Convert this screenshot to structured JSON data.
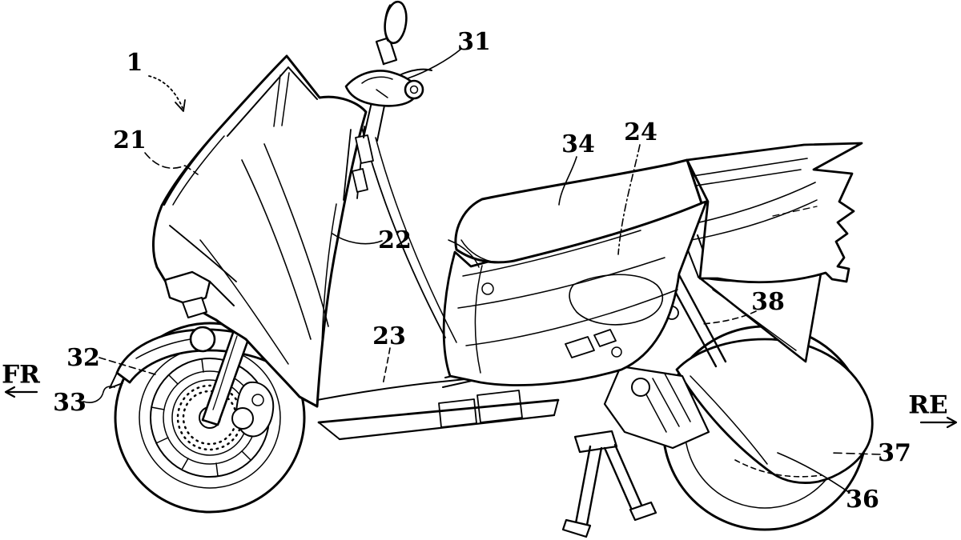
{
  "figure": {
    "background": "#ffffff",
    "line_color": "#000000",
    "description": "Patent-style black-and-white line drawing of a scooter, left side view, with reference numerals and leader lines"
  },
  "labels": {
    "l1": "1",
    "l21": "21",
    "l22": "22",
    "l23": "23",
    "l24": "24",
    "l31": "31",
    "l32": "32",
    "l33": "33",
    "l34": "34",
    "l36": "36",
    "l37": "37",
    "l38": "38"
  },
  "direction": {
    "front": "FR",
    "rear": "RE"
  }
}
